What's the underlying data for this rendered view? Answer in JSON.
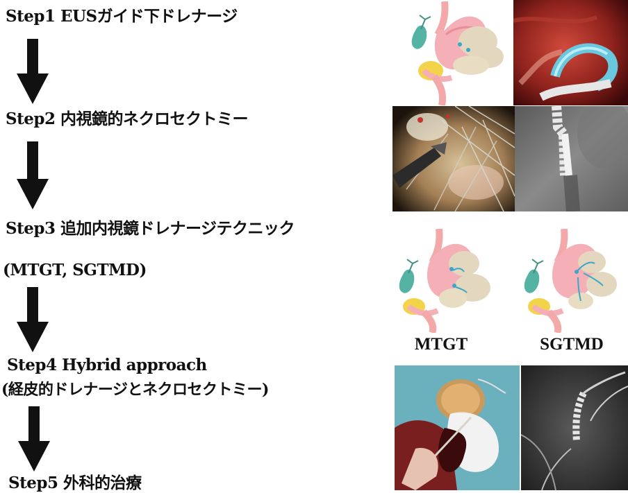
{
  "steps": [
    {
      "label": "Step1 EUSガイド下ドレナージ"
    },
    {
      "label": "Step2 内視鏡的ネクロセクトミー"
    },
    {
      "label": "Step3 追加内視鏡ドレナージテクニック"
    },
    {
      "label": "(MTGT, SGTMD)"
    },
    {
      "label": "Step4 Hybrid approach"
    },
    {
      "label": "(経皮的ドレナージとネクロセクトミー)"
    },
    {
      "label": "Step5 外科的治療"
    }
  ],
  "captions": {
    "mtgt": "MTGT",
    "sgtmd": "SGTMD"
  },
  "images": {
    "step1_illustration": "stomach-pseudocyst-stent-illustration",
    "step1_endoscopy": "endoscopic-view-lams-stent",
    "step2_endoscopy": "endoscopic-necrosectomy-view",
    "step2_fluoroscopy": "fluoroscopy-stent-image",
    "step3_mtgt": "mtgt-illustration",
    "step3_sgtmd": "sgtmd-illustration",
    "step4_photo": "percutaneous-necrosectomy-photo",
    "step4_fluoroscopy": "fluoroscopy-percutaneous-drain"
  }
}
